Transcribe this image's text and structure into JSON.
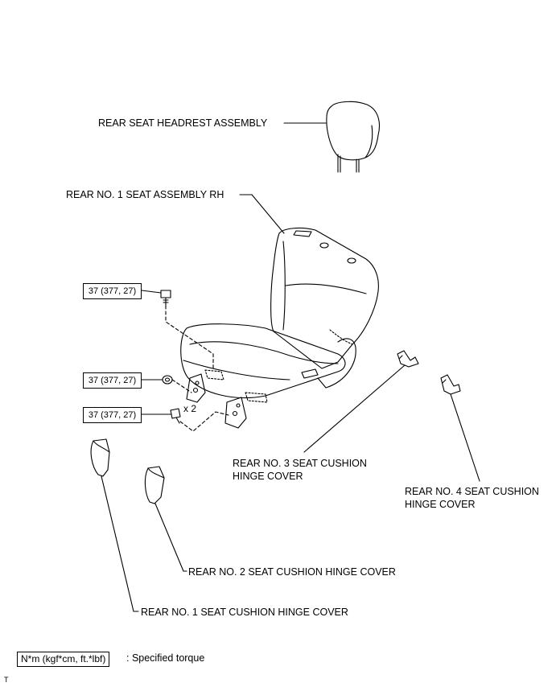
{
  "labels": {
    "headrest": "REAR SEAT HEADREST ASSEMBLY",
    "seat_assembly": "REAR NO. 1 SEAT ASSEMBLY RH",
    "hinge_cover_3_line1": "REAR NO. 3 SEAT CUSHION",
    "hinge_cover_3_line2": "HINGE COVER",
    "hinge_cover_4_line1": "REAR NO. 4 SEAT CUSHION",
    "hinge_cover_4_line2": "HINGE COVER",
    "hinge_cover_2": "REAR NO. 2 SEAT CUSHION HINGE COVER",
    "hinge_cover_1": "REAR NO. 1 SEAT CUSHION HINGE COVER"
  },
  "torque": {
    "bolt_top": "37 (377, 27)",
    "nut_middle": "37 (377, 27)",
    "bolt_bottom": "37 (377, 27)"
  },
  "multiplier": "x 2",
  "legend": {
    "unit": "N*m (kgf*cm, ft.*lbf)",
    "description": ": Specified torque"
  },
  "corner_mark": "T"
}
